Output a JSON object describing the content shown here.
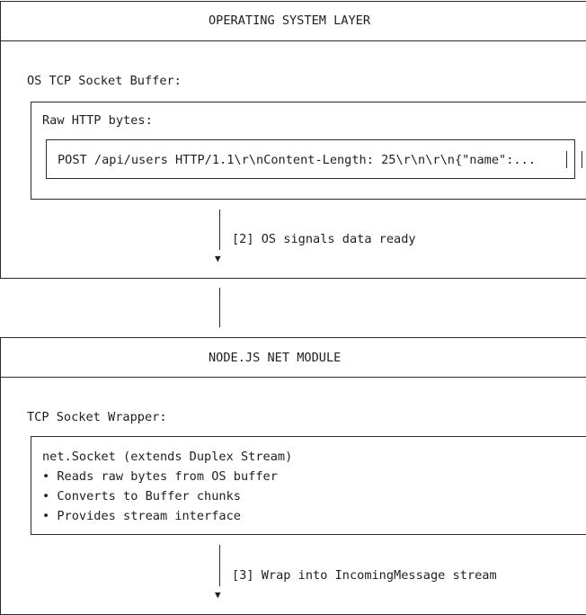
{
  "os_layer": {
    "title": "OPERATING SYSTEM LAYER",
    "buffer_label": "OS TCP Socket Buffer:",
    "raw_label": "Raw HTTP bytes:",
    "raw_content": "POST /api/users HTTP/1.1\\r\\nContent-Length: 25\\r\\n\\r\\n{\"name\":...",
    "signal_text": "[2] OS signals data ready"
  },
  "net_module": {
    "title": "NODE.JS NET MODULE",
    "wrapper_label": "TCP Socket Wrapper:",
    "socket_title": "net.Socket (extends Duplex Stream)",
    "bullets": [
      "• Reads raw bytes from OS buffer",
      "• Converts to Buffer chunks",
      "• Provides stream interface"
    ],
    "wrap_text": "[3] Wrap into IncomingMessage stream"
  }
}
